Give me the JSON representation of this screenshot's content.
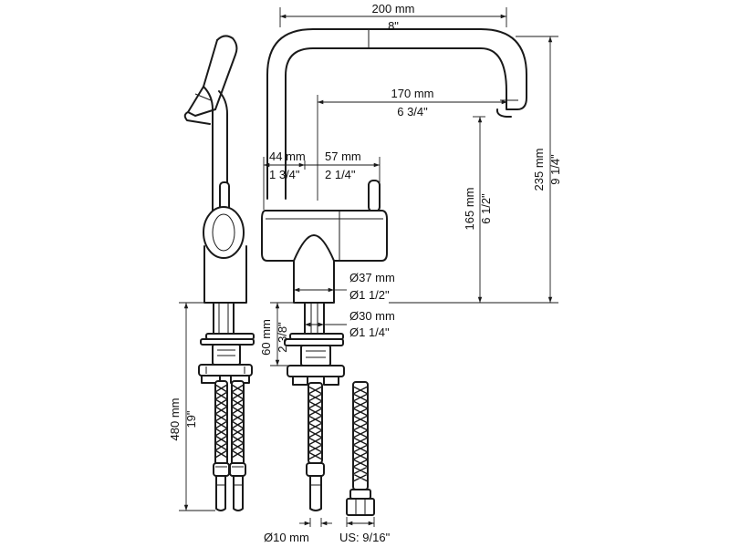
{
  "dimensions": {
    "width_total_mm": "200 mm",
    "width_total_in": "8\"",
    "reach_mm": "170 mm",
    "reach_in": "6 3/4\"",
    "height_total_mm": "235 mm",
    "height_total_in": "9 1/4\"",
    "spout_height_mm": "165 mm",
    "spout_height_in": "6 1/2\"",
    "offset_left_mm": "44 mm",
    "offset_left_in": "1 3/4\"",
    "offset_right_mm": "57 mm",
    "offset_right_in": "2 1/4\"",
    "base_dia_mm": "Ø37 mm",
    "base_dia_in": "Ø1 1/2\"",
    "shank_dia_mm": "Ø30 mm",
    "shank_dia_in": "Ø1 1/4\"",
    "shank_len_mm": "60 mm",
    "shank_len_in": "2 3/8\"",
    "hose_len_mm": "480 mm",
    "hose_len_in": "19\"",
    "hose_dia_mm": "Ø10 mm",
    "thread_us": "US: 9/16\""
  }
}
